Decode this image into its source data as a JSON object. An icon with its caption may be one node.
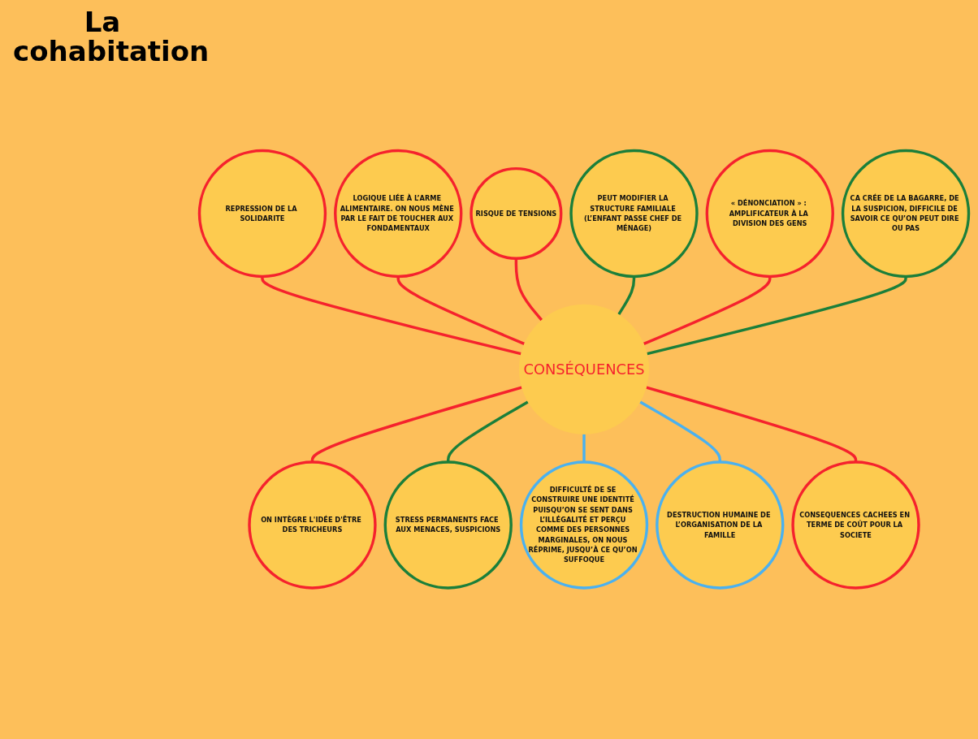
{
  "diagram": {
    "title": "La cohabitation",
    "nodes": [
      {
        "text": [
          "CONSÉQUENCES"
        ]
      },
      {
        "text": [
          "REPRESSION DE LA SOLIDARITE"
        ]
      },
      {
        "text": [
          "LOGIQUE LIÉE À L’ARME ALIMENTAIRE. ON NOUS MÈNE PAR LE FAIT DE TOUCHER AUX FONDAMENTAUX"
        ]
      },
      {
        "text": [
          "RISQUE DE TENSIONS"
        ]
      },
      {
        "text": [
          "PEUT MODIFIER LA STRUCTURE FAMILIALE (L’ENFANT PASSE CHEF DE MÉNAGE)"
        ]
      },
      {
        "text": [
          "« DÉNONCIATION » : AMPLIFICATEUR À LA DIVISION DES GENS"
        ]
      },
      {
        "text": [
          "CA CRÉE DE LA BAGARRE, DE LA SUSPICION, DIFFICILE DE SAVOIR CE QU’ON PEUT DIRE OU PAS"
        ]
      },
      {
        "text": [
          "ON INTÈGRE L'IDÉE D'ÊTRE DES TRICHEURS"
        ]
      },
      {
        "text": [
          "STRESS PERMANENTS FACE AUX MENACES, SUSPICIONS"
        ]
      },
      {
        "text": [
          "DIFFICULTÉ DE SE CONSTRUIRE UNE IDENTITÉ PUISQU’ON SE SENT DANS L’ILLÉGALITÉ ET PERÇU COMME DES PERSONNES MARGINALES, ON NOUS RÉPRIME, JUSQU’À CE QU’ON SUFFOQUE"
        ]
      },
      {
        "text": [
          "DESTRUCTION HUMAINE DE L’ORGANISATION DE LA FAMILLE"
        ]
      },
      {
        "text": [
          "CONSEQUENCES CACHEES EN TERME DE COÛT POUR LA SOCIETE"
        ]
      }
    ],
    "edges": [
      {
        "from": 1,
        "to": 0,
        "arrow": "none"
      },
      {
        "from": 2,
        "to": 0,
        "arrow": "none"
      },
      {
        "from": 3,
        "to": 0,
        "arrow": "none"
      },
      {
        "from": 4,
        "to": 0,
        "arrow": "none",
        "color": "#1b7f3a"
      },
      {
        "from": 5,
        "to": 0,
        "arrow": "none"
      },
      {
        "from": 6,
        "to": 0,
        "arrow": "none",
        "color": "#1b7f3a"
      },
      {
        "from": 0,
        "to": 7,
        "arrow": "none"
      },
      {
        "from": 0,
        "to": 8,
        "arrow": "none",
        "color": "#1b7f3a"
      },
      {
        "from": 0,
        "to": 9,
        "arrow": "none",
        "color": "#4ab1f0"
      },
      {
        "from": 0,
        "to": 10,
        "arrow": "none",
        "color": "#4ab1f0"
      },
      {
        "from": 0,
        "to": 11,
        "arrow": "none"
      }
    ]
  }
}
